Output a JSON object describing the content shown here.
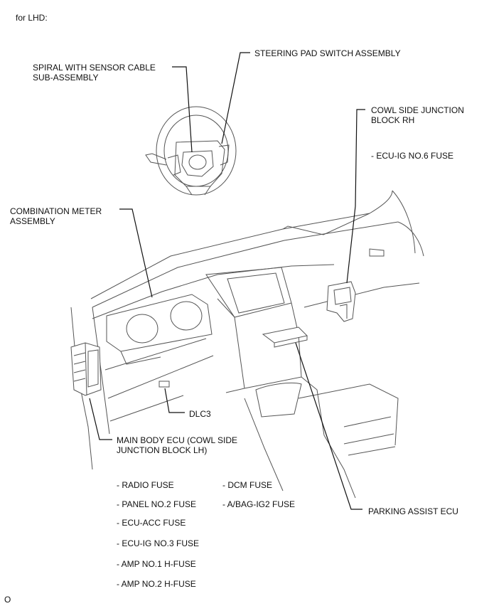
{
  "header": {
    "variant": "for LHD:"
  },
  "labels": {
    "steering_pad_switch": "STEERING PAD SWITCH ASSEMBLY",
    "spiral_cable": [
      "SPIRAL WITH SENSOR CABLE",
      "SUB-ASSEMBLY"
    ],
    "cowl_side_jb_rh": [
      "COWL SIDE JUNCTION",
      "BLOCK RH"
    ],
    "combination_meter": [
      "COMBINATION METER",
      "ASSEMBLY"
    ],
    "dlc3": "DLC3",
    "main_body_ecu": [
      "MAIN BODY ECU (COWL SIDE",
      "JUNCTION BLOCK LH)"
    ],
    "parking_assist_ecu": "PARKING ASSIST ECU"
  },
  "fuses_rh": [
    "- ECU-IG NO.6 FUSE"
  ],
  "fuses_lh_col1": [
    "- RADIO FUSE",
    "- PANEL NO.2 FUSE",
    "- ECU-ACC FUSE",
    "- ECU-IG NO.3 FUSE",
    "- AMP NO.1 H-FUSE",
    "- AMP NO.2 H-FUSE"
  ],
  "fuses_lh_col2": [
    "- DCM FUSE",
    "- A/BAG-IG2 FUSE"
  ],
  "footer": {
    "code": "O"
  }
}
